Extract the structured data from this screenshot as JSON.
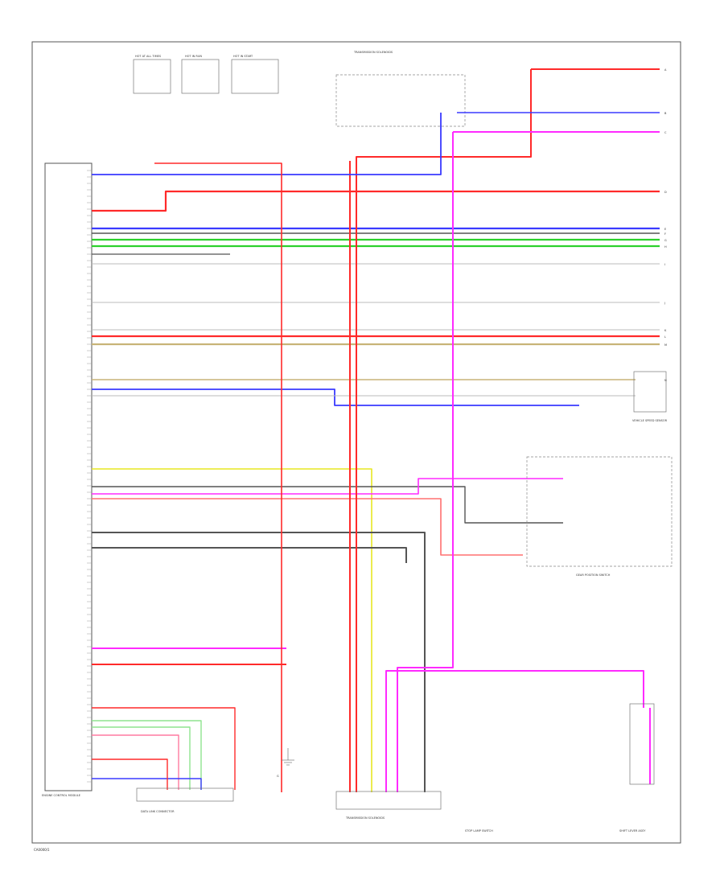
{
  "diagram": {
    "footer_code": "CA0000/1",
    "colors": {
      "red": "#ff2a2a",
      "blue": "#3a3aff",
      "green": "#2cd12c",
      "pink": "#ff2aff",
      "yellow": "#e7e722",
      "gray": "#555555",
      "light_gray": "#bbbbbb",
      "tan": "#c8b478",
      "light_green": "#8fe38f"
    },
    "component_labels": {
      "hot_at_all_times": "HOT AT ALL TIMES",
      "hot_in_run": "HOT IN RUN",
      "hot_in_start": "HOT IN START",
      "ecm": "ENGINE CONTROL MODULE",
      "data_link": "DATA LINK CONNECTOR",
      "gear_position": "GEAR POSITION SWITCH",
      "transmission": "TRANSMISSION SOLENOIDS",
      "shift_lever": "SHIFT LEVER ASSY",
      "stop_lamp": "STOP LAMP SWITCH",
      "vehicle_speed": "VEHICLE SPEED SENSOR",
      "ground_label": "G"
    },
    "right_terminals": [
      "A",
      "B",
      "C",
      "D",
      "E",
      "F",
      "G",
      "H",
      "I",
      "J",
      "K",
      "L",
      "M",
      "N"
    ]
  }
}
